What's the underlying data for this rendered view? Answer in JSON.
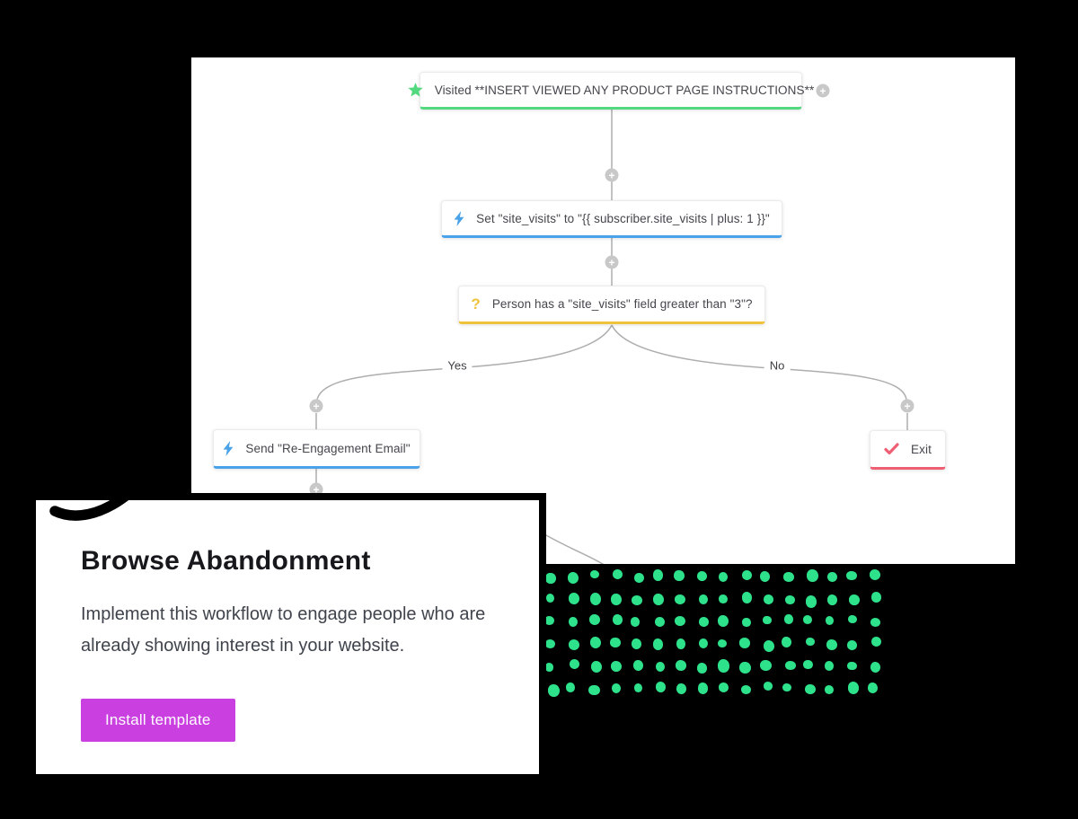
{
  "workflow": {
    "nodes": [
      {
        "type": "trigger",
        "icon": "star-icon",
        "color": "#52d87e",
        "label": "Visited **INSERT VIEWED ANY PRODUCT PAGE INSTRUCTIONS**"
      },
      {
        "type": "action",
        "icon": "lightning-icon",
        "color": "#4aa3e8",
        "label": "Set \"site_visits\" to \"{{ subscriber.site_visits | plus: 1 }}\""
      },
      {
        "type": "decision",
        "icon": "question-icon",
        "color": "#f0c33c",
        "label": "Person has a \"site_visits\" field greater than \"3\"?"
      },
      {
        "type": "action",
        "icon": "lightning-icon",
        "color": "#4aa3e8",
        "label": "Send \"Re-Engagement Email\""
      },
      {
        "type": "exit",
        "icon": "check-icon",
        "color": "#ee5f74",
        "label": "Exit"
      }
    ],
    "branch_yes": "Yes",
    "branch_no": "No"
  },
  "icons": {
    "plus": "+",
    "question": "?"
  },
  "card": {
    "title": "Browse Abandonment",
    "description": "Implement this workflow to engage people who are already showing interest in your website.",
    "cta_label": "Install template",
    "cta_color": "#ca3fe0"
  },
  "decor": {
    "dot_color": "#2ee28b",
    "dot_rows": 6,
    "dot_cols": 16,
    "swoosh_color": "#000000",
    "line_color": "#aeaeae"
  }
}
